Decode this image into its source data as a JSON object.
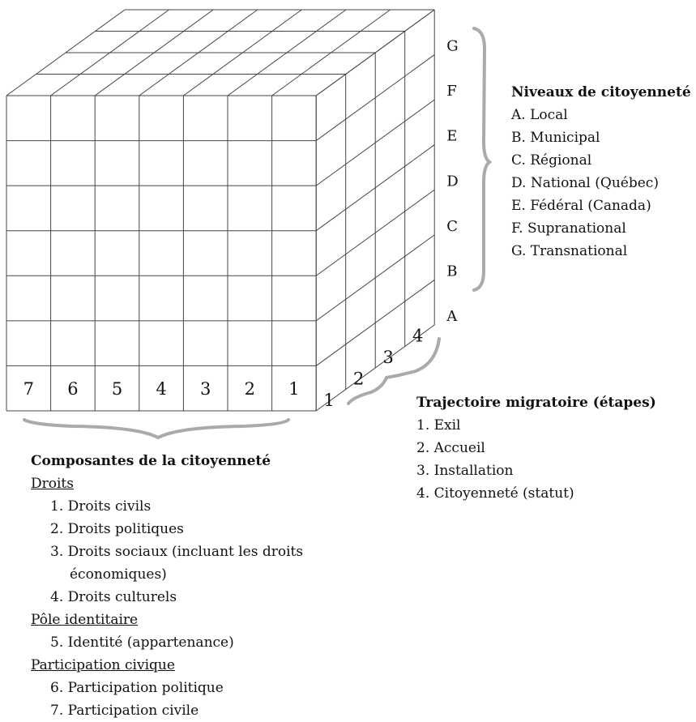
{
  "cube": {
    "component_numbers": [
      "7",
      "6",
      "5",
      "4",
      "3",
      "2",
      "1"
    ],
    "migration_numbers": [
      "1",
      "2",
      "3",
      "4"
    ],
    "level_letters": [
      "A",
      "B",
      "C",
      "D",
      "E",
      "F",
      "G"
    ]
  },
  "levels": {
    "title": "Niveaux de citoyenneté",
    "items": [
      "A. Local",
      "B. Municipal",
      "C. Régional",
      "D. National (Québec)",
      "E. Fédéral (Canada)",
      "F. Supranational",
      "G. Transnational"
    ]
  },
  "trajectory": {
    "title": "Trajectoire migratoire (étapes)",
    "items": [
      "1. Exil",
      "2. Accueil",
      "3. Installation",
      "4. Citoyenneté (statut)"
    ]
  },
  "components": {
    "title": "Composantes de la citoyenneté",
    "groups": [
      {
        "label": "Droits",
        "items": [
          "1. Droits civils",
          "2. Droits politiques",
          "3. Droits sociaux (incluant les droits",
          "économiques)",
          "4. Droits culturels"
        ]
      },
      {
        "label": "Pôle identitaire",
        "items": [
          "5. Identité (appartenance)"
        ]
      },
      {
        "label": "Participation civique",
        "items": [
          "6. Participation politique",
          "7. Participation civile"
        ]
      }
    ]
  }
}
